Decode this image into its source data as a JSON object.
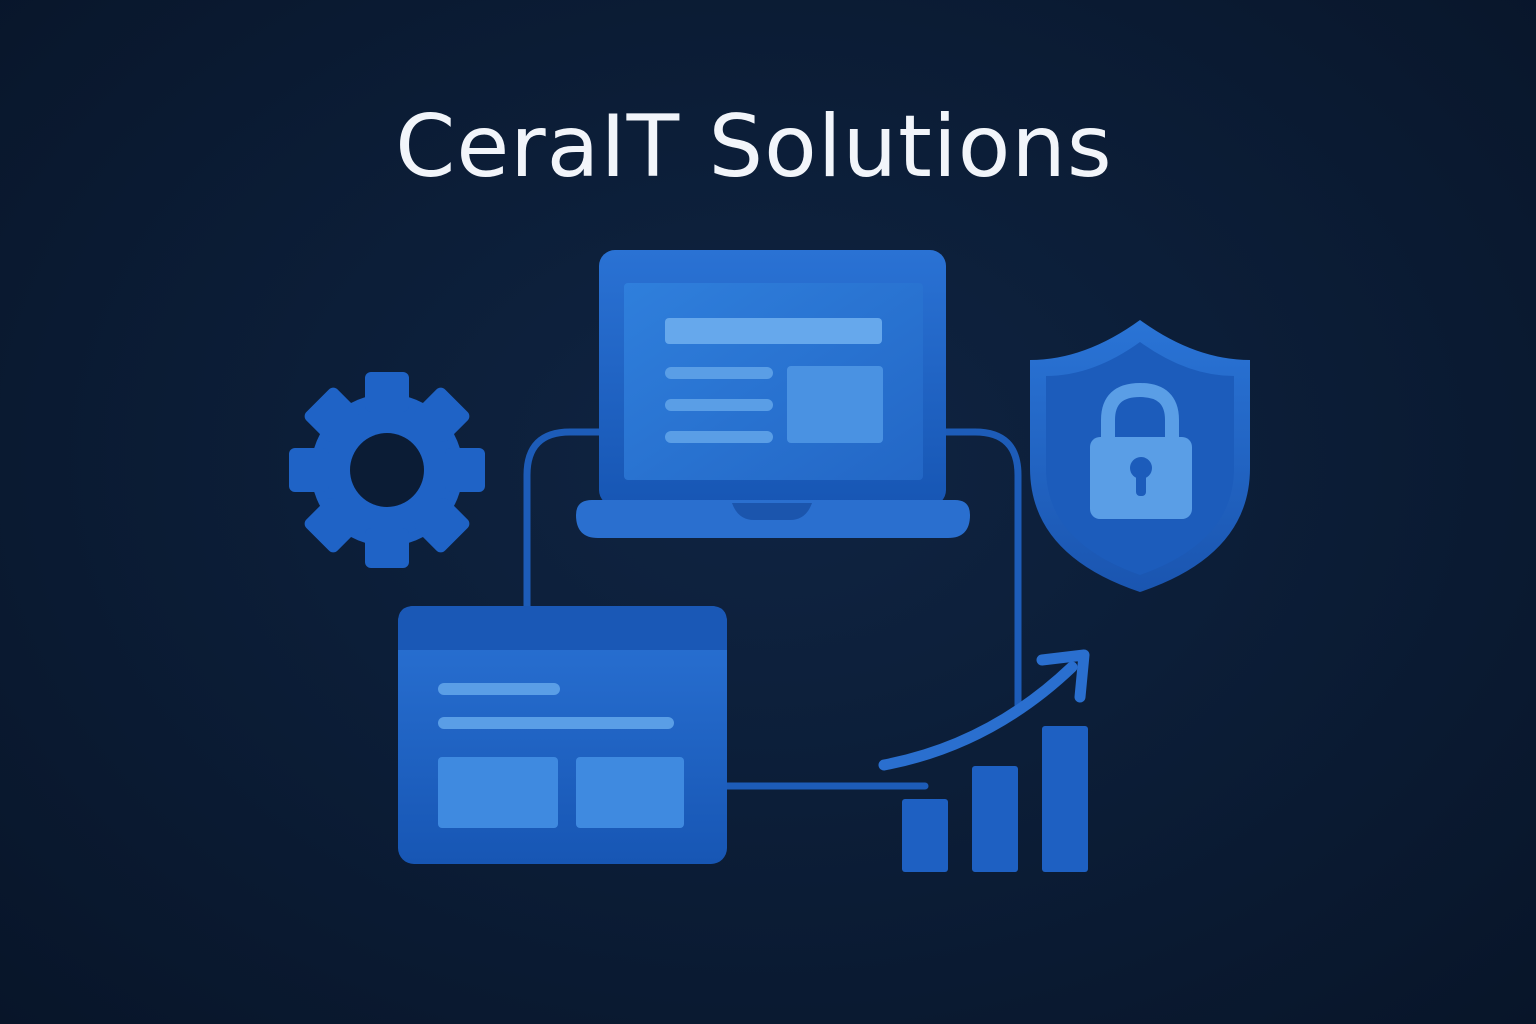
{
  "brand": {
    "title": "CeraIT Solutions"
  },
  "illustration": {
    "icons": [
      "gear-icon",
      "laptop-icon",
      "shield-lock-icon",
      "browser-window-icon",
      "growth-bar-chart-icon",
      "trend-arrow-icon"
    ],
    "growth_bars": [
      0.38,
      0.55,
      0.76
    ]
  },
  "colors": {
    "background": "#0b1c35",
    "title_text": "#f2f5fa",
    "icon_primary": "#1a5fbf",
    "icon_light": "#2f7ad8",
    "icon_highlight": "#5a9ee6",
    "connector": "#1d5cb8"
  }
}
